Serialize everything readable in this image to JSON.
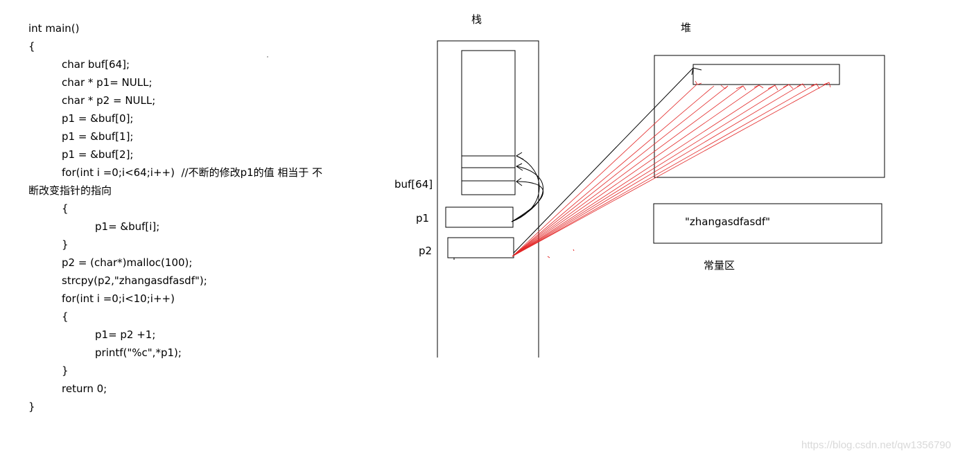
{
  "code": {
    "lines": [
      "int main()",
      "{",
      "char buf[64];",
      "char * p1= NULL;",
      "char * p2 = NULL;",
      "p1 = &buf[0];",
      "p1 = &buf[1];",
      "p1 = &buf[2];",
      "for(int i =0;i<64;i++)  //不断的修改p1的值 相当于 不",
      "断改变指针的指向",
      "{",
      "p1= &buf[i];",
      "}",
      "p2 = (char*)malloc(100);",
      "strcpy(p2,\"zhangasdfasdf\");",
      "for(int i =0;i<10;i++)",
      "{",
      "p1= p2 +1;",
      "printf(\"%c\",*p1);",
      "}",
      "return 0;",
      "}"
    ]
  },
  "diagram": {
    "stack_title": "栈",
    "heap_title": "堆",
    "buf_label": "buf[64]",
    "p1_label": "p1",
    "p2_label": "p2",
    "constant_string": "\"zhangasdfasdf\"",
    "constant_area_label": "常量区",
    "arrow_color": "#e32626"
  },
  "watermark": "https://blog.csdn.net/qw1356790"
}
